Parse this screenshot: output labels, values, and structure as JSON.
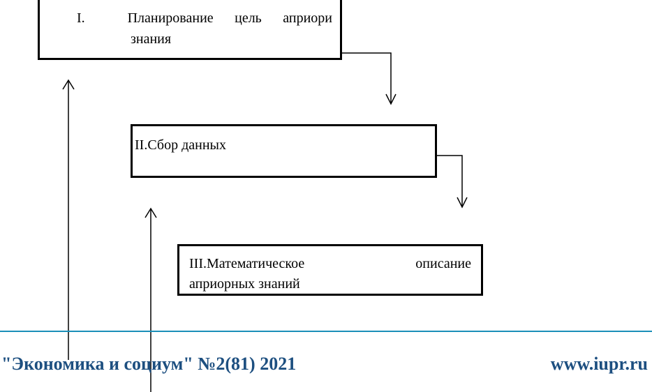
{
  "diagram": {
    "box1": {
      "line1": "I.  Планирование цель априори",
      "line2": "знания"
    },
    "box2": {
      "line1": "II.Сбор данных"
    },
    "box3": {
      "line1": "III.Математическое описание",
      "line2": "априорных знаний"
    }
  },
  "footer": {
    "journal": "\"Экономика и социум\" №2(81) 2021",
    "site": "www.iupr.ru"
  },
  "colors": {
    "ink": "#000000",
    "footer_text": "#1d4f80",
    "footer_rule": "#1b8fb8"
  }
}
